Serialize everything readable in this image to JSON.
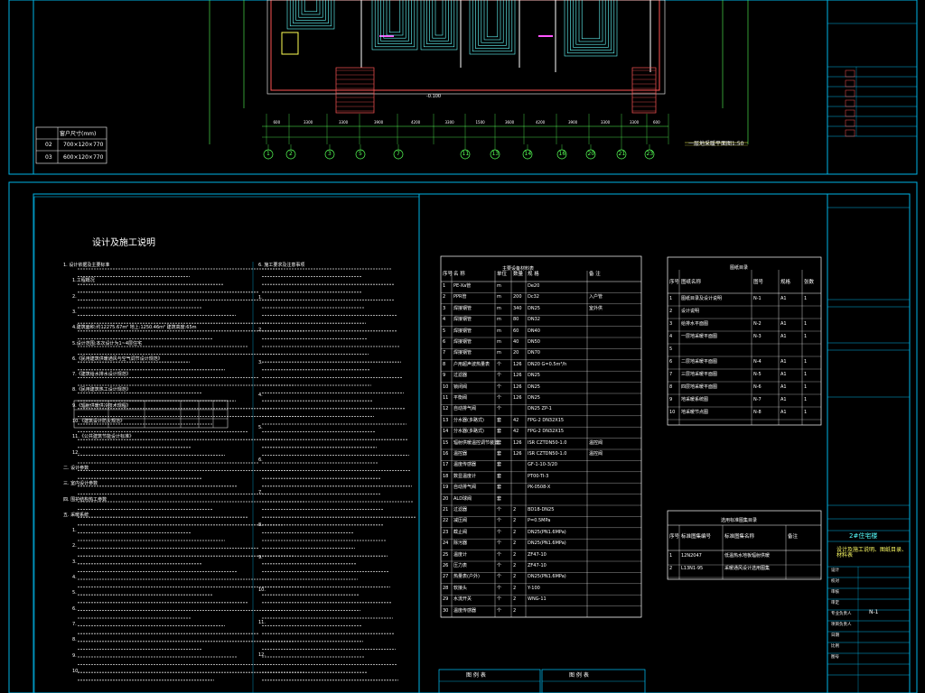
{
  "window": {
    "title": ""
  },
  "top_sheet": {
    "window_table_header": "窗户尺寸(mm)",
    "window_table": [
      {
        "no": "02",
        "size": "700×120×770"
      },
      {
        "no": "03",
        "size": "600×120×770"
      }
    ],
    "dimension_labels": [
      "600",
      "3300",
      "3300",
      "3900",
      "4200",
      "3300",
      "1500",
      "3600",
      "4200",
      "3900",
      "3300",
      "3300",
      "600"
    ],
    "grid_axes": [
      "1",
      "2",
      "3",
      "5",
      "7",
      "11",
      "13",
      "14",
      "16",
      "20",
      "21",
      "23"
    ],
    "elevation_mark": "-0.100",
    "plan_title": "一层地采暖平面图1:50"
  },
  "notes_sheet": {
    "title": "设计及施工说明",
    "notes_left": [
      "1. 设计依据及主要标准",
      "1.工程概况",
      "2.",
      "3.",
      "4.建筑面积:约12275.67m² 地上:1250.46m² 建筑高度:65m",
      "5.设计范围:本次设计为1~4层住宅",
      "6.《民用建筑供暖通风与空气调节设计规范》",
      "7.《建筑给水排水设计规范》",
      "8.《民用建筑热工设计规范》",
      "9.《辐射供暖供冷技术规程》",
      "10.《建筑设计防火规范》",
      "11.《公共建筑节能设计标准》",
      "12.",
      "二. 设计参数",
      "三. 室内设计参数",
      "四. 围护结构热工参数",
      "五. 采暖系统",
      "1.",
      "2.",
      "3.",
      "4.",
      "5.",
      "6.",
      "7.",
      "8.",
      "9.",
      "10."
    ],
    "notes_mid": [
      "6. 施工要求及注意事项",
      "1.",
      "2.",
      "3.",
      "4.",
      "5.",
      "6.",
      "7.",
      "8.",
      "9.",
      "10.",
      "11.",
      "12."
    ],
    "materials_table": {
      "title": "主要设备材料表",
      "headers": [
        "序号",
        "名 称",
        "单位",
        "数量",
        "规 格",
        "备 注"
      ],
      "rows": [
        [
          "1",
          "PE-Xa管",
          "m",
          "",
          "De20",
          ""
        ],
        [
          "2",
          "PPR管",
          "m",
          "200",
          "Dc32",
          "入户管"
        ],
        [
          "3",
          "焊接钢管",
          "m",
          "340",
          "DN25",
          "室外供"
        ],
        [
          "4",
          "焊接钢管",
          "m",
          "80",
          "DN32",
          ""
        ],
        [
          "5",
          "焊接钢管",
          "m",
          "60",
          "DN40",
          ""
        ],
        [
          "6",
          "焊接钢管",
          "m",
          "40",
          "DN50",
          ""
        ],
        [
          "7",
          "焊接钢管",
          "m",
          "20",
          "DN70",
          ""
        ],
        [
          "8",
          "户用超声波热量表",
          "个",
          "126",
          "DN20 G=0.5m³/h",
          ""
        ],
        [
          "9",
          "过滤器",
          "个",
          "126",
          "DN25",
          ""
        ],
        [
          "10",
          "锁闭阀",
          "个",
          "126",
          "DN25",
          ""
        ],
        [
          "11",
          "平衡阀",
          "个",
          "126",
          "DN25",
          ""
        ],
        [
          "12",
          "自动排气阀",
          "个",
          "",
          "DN25 ZP-1",
          ""
        ],
        [
          "13",
          "分水器(多路式)",
          "套",
          "42",
          "FPG-2 DN32X15",
          ""
        ],
        [
          "14",
          "分水器(多路式)",
          "套",
          "42",
          "FPG-2 DN32X15",
          ""
        ],
        [
          "15",
          "辐射供暖温控调节装置",
          "套",
          "126",
          "ISR CZTDN50-1.0",
          "温控阀"
        ],
        [
          "16",
          "温控器",
          "套",
          "126",
          "ISR CZTDN50-1.0",
          "温控阀"
        ],
        [
          "17",
          "温度传感器",
          "套",
          "",
          "GF-1-10-3/20",
          ""
        ],
        [
          "18",
          "数显温度计",
          "套",
          "",
          "PT00-TI-3",
          ""
        ],
        [
          "19",
          "自动排气阀",
          "套",
          "",
          "PK-0508-X",
          ""
        ],
        [
          "20",
          "ALD球阀",
          "套",
          "",
          "",
          ""
        ],
        [
          "21",
          "过滤器",
          "个",
          "2",
          "BD18-DN25",
          ""
        ],
        [
          "22",
          "减压阀",
          "个",
          "2",
          "P=0.5MPa",
          ""
        ],
        [
          "23",
          "截止阀",
          "个",
          "2",
          "DN25(PN1.6MPa)",
          ""
        ],
        [
          "24",
          "除污器",
          "个",
          "2",
          "DN25(PN1.6MPa)",
          ""
        ],
        [
          "25",
          "温度计",
          "个",
          "2",
          "ZF47-10",
          ""
        ],
        [
          "26",
          "压力表",
          "个",
          "2",
          "ZF47-10",
          ""
        ],
        [
          "27",
          "热量表(户外)",
          "个",
          "2",
          "DN25(PN1.6MPa)",
          ""
        ],
        [
          "28",
          "软接头",
          "个",
          "2",
          "Y-100",
          ""
        ],
        [
          "29",
          "水流开关",
          "个",
          "2",
          "WNG-11",
          ""
        ],
        [
          "30",
          "温度传感器",
          "个",
          "2",
          "",
          ""
        ]
      ]
    },
    "drawing_list": {
      "title": "图纸目录",
      "headers": [
        "序号",
        "图纸名称",
        "图号",
        "规格",
        "张数"
      ],
      "rows": [
        [
          "1",
          "图纸目录及设计说明",
          "N-1",
          "A1",
          "1"
        ],
        [
          "2",
          "设计说明",
          "",
          "",
          ""
        ],
        [
          "3",
          "给排水平面图",
          "N-2",
          "A1",
          "1"
        ],
        [
          "4",
          "一层地采暖平面图",
          "N-3",
          "A1",
          "1"
        ],
        [
          "5",
          "",
          "",
          "",
          ""
        ],
        [
          "6",
          "二层地采暖平面图",
          "N-4",
          "A1",
          "1"
        ],
        [
          "7",
          "三层地采暖平面图",
          "N-5",
          "A1",
          "1"
        ],
        [
          "8",
          "四层地采暖平面图",
          "N-6",
          "A1",
          "1"
        ],
        [
          "9",
          "地采暖系统图",
          "N-7",
          "A1",
          "1"
        ],
        [
          "10",
          "地采暖节点图",
          "N-8",
          "A1",
          "1"
        ]
      ]
    },
    "standard_table": {
      "title": "选用标准图集目录",
      "headers": [
        "序号",
        "标准图集编号",
        "标准图集名称",
        "备注"
      ],
      "rows": [
        [
          "1",
          "12N2047",
          "低温热水地板辐射供暖",
          ""
        ],
        [
          "2",
          "L13N1-95",
          "采暖通风设计选用图集",
          ""
        ]
      ]
    },
    "legend_tables": [
      {
        "title": "图 例 表"
      },
      {
        "title": "图 例 表"
      }
    ]
  },
  "title_block": {
    "project": "2#住宅楼",
    "drawing_name": "设计及施工说明、图纸目录、材料表",
    "sheet_no": "N-1",
    "fields": [
      "设计",
      "校对",
      "审核",
      "审定",
      "专业负责人",
      "项目负责人",
      "日期",
      "比例",
      "图号"
    ]
  },
  "colors": {
    "frame": "#00c8ff",
    "text": "#ffffff",
    "accent_yellow": "#ffff55",
    "accent_green": "#55ff55",
    "accent_red": "#ff5555",
    "pipe_cyan": "#66ffff",
    "magenta": "#ff55ff"
  }
}
